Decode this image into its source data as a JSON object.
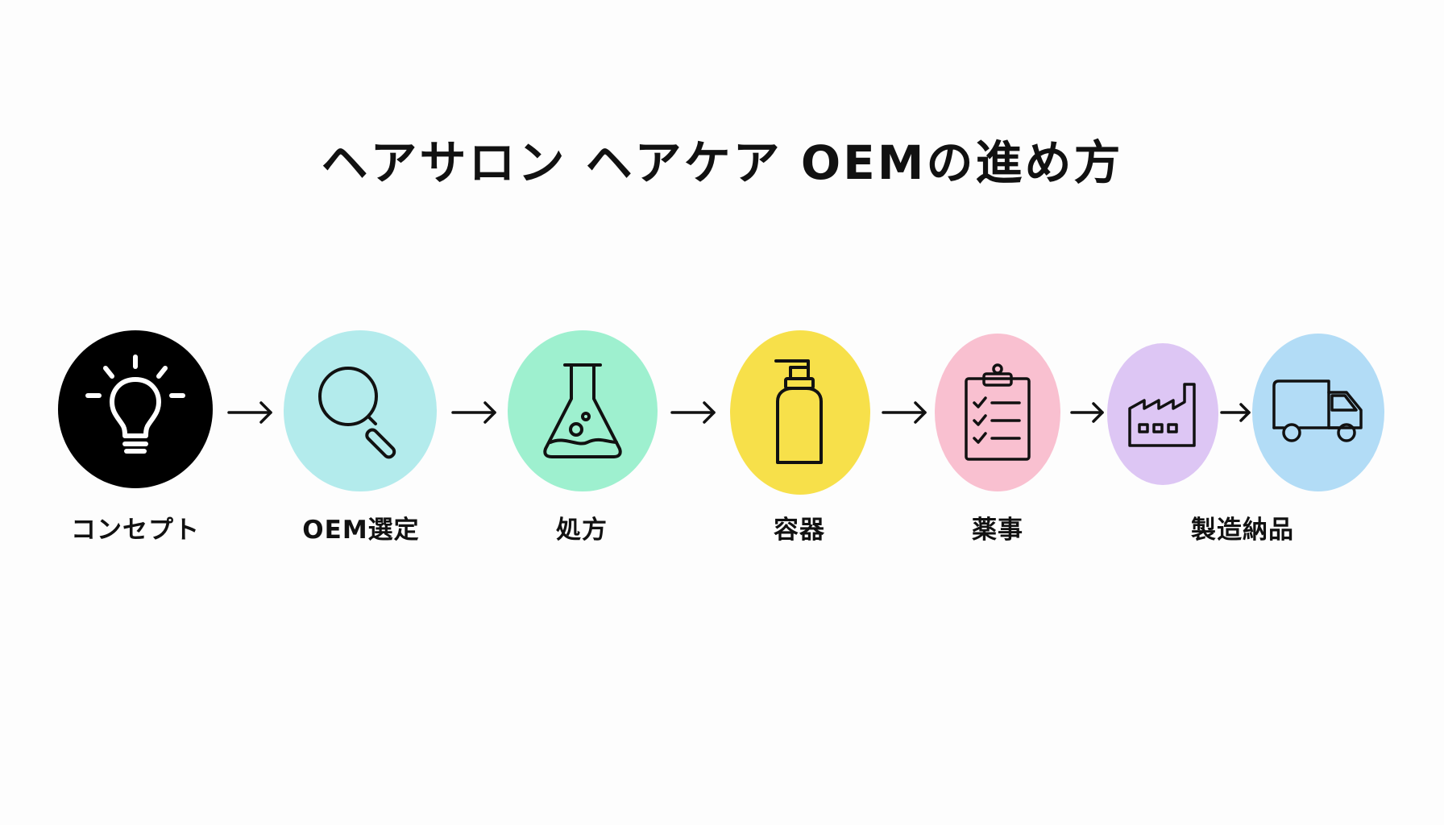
{
  "title": "ヘアサロン ヘアケア OEMの進め方",
  "steps": [
    {
      "label": "コンセプト",
      "icon": "lightbulb-icon",
      "color": "#000000"
    },
    {
      "label": "OEM選定",
      "icon": "magnifying-glass-icon",
      "color": "#b3ebec"
    },
    {
      "label": "処方",
      "icon": "flask-icon",
      "color": "#9ef0cf"
    },
    {
      "label": "容器",
      "icon": "pump-bottle-icon",
      "color": "#f7e04a"
    },
    {
      "label": "薬事",
      "icon": "clipboard-checklist-icon",
      "color": "#f9c0d0"
    },
    {
      "label": "製造納品",
      "icon": "factory-icon",
      "color": "#ddc6f4"
    },
    {
      "label": "",
      "icon": "delivery-truck-icon",
      "color": "#b2dcf6"
    }
  ],
  "arrow_icon": "right-arrow-icon"
}
